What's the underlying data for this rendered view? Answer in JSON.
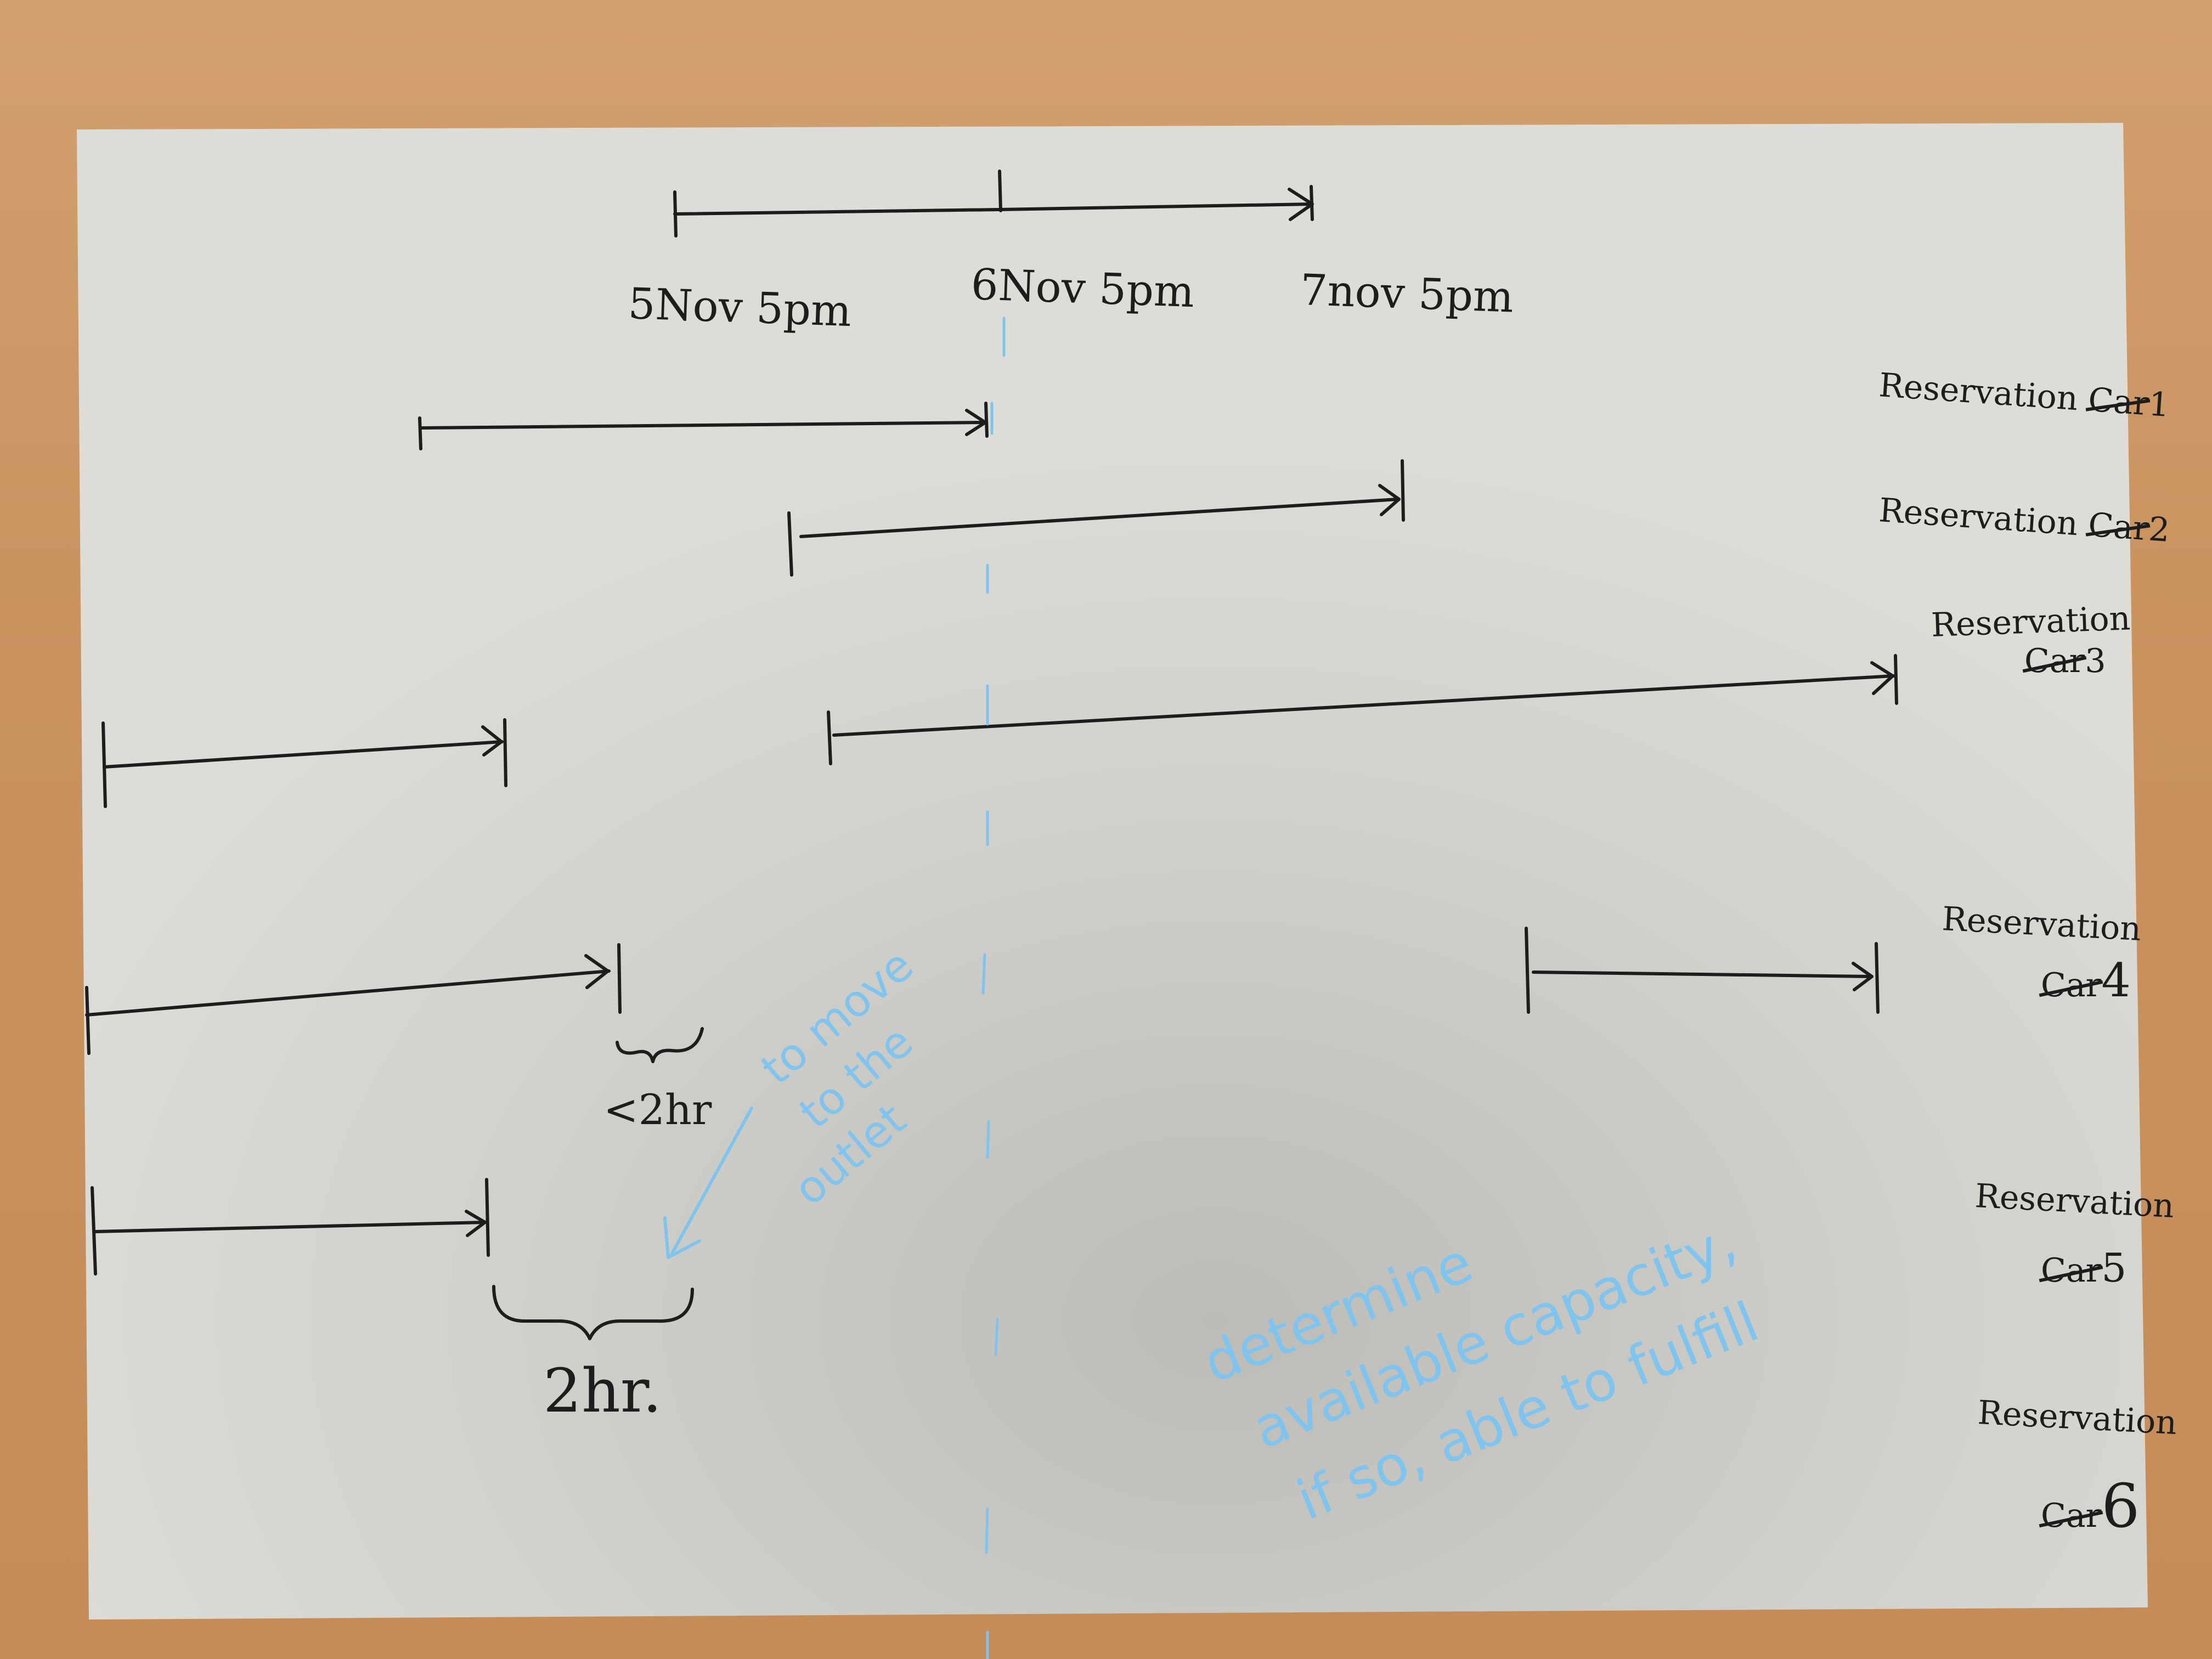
{
  "timeline": {
    "ticks": [
      "5Nov 5pm",
      "6Nov 5pm",
      "7nov 5pm"
    ]
  },
  "reservations": [
    {
      "word": "Reservation",
      "struck": "Car",
      "number": "1"
    },
    {
      "word": "Reservation",
      "struck": "Car",
      "number": "2"
    },
    {
      "word": "Reservation",
      "struck": "Car",
      "number": "3"
    },
    {
      "word": "Reservation",
      "struck": "Car",
      "number": "4"
    },
    {
      "word": "Reservation",
      "struck": "Car",
      "number": "5"
    },
    {
      "word": "Reservation",
      "struck": "Car",
      "number": "6"
    }
  ],
  "gaps": {
    "small": "<2hr",
    "large": "2hr."
  },
  "notes": {
    "outlet": [
      "to move",
      "to the",
      "outlet"
    ],
    "capacity": [
      "determine",
      "available capacity,",
      "if so, able to fulfill"
    ]
  },
  "colors": {
    "ink": "#1d1d1d",
    "blue_ink": "#7fc3ef",
    "paper": "#d9d7d2",
    "desk": "#c9925f"
  }
}
